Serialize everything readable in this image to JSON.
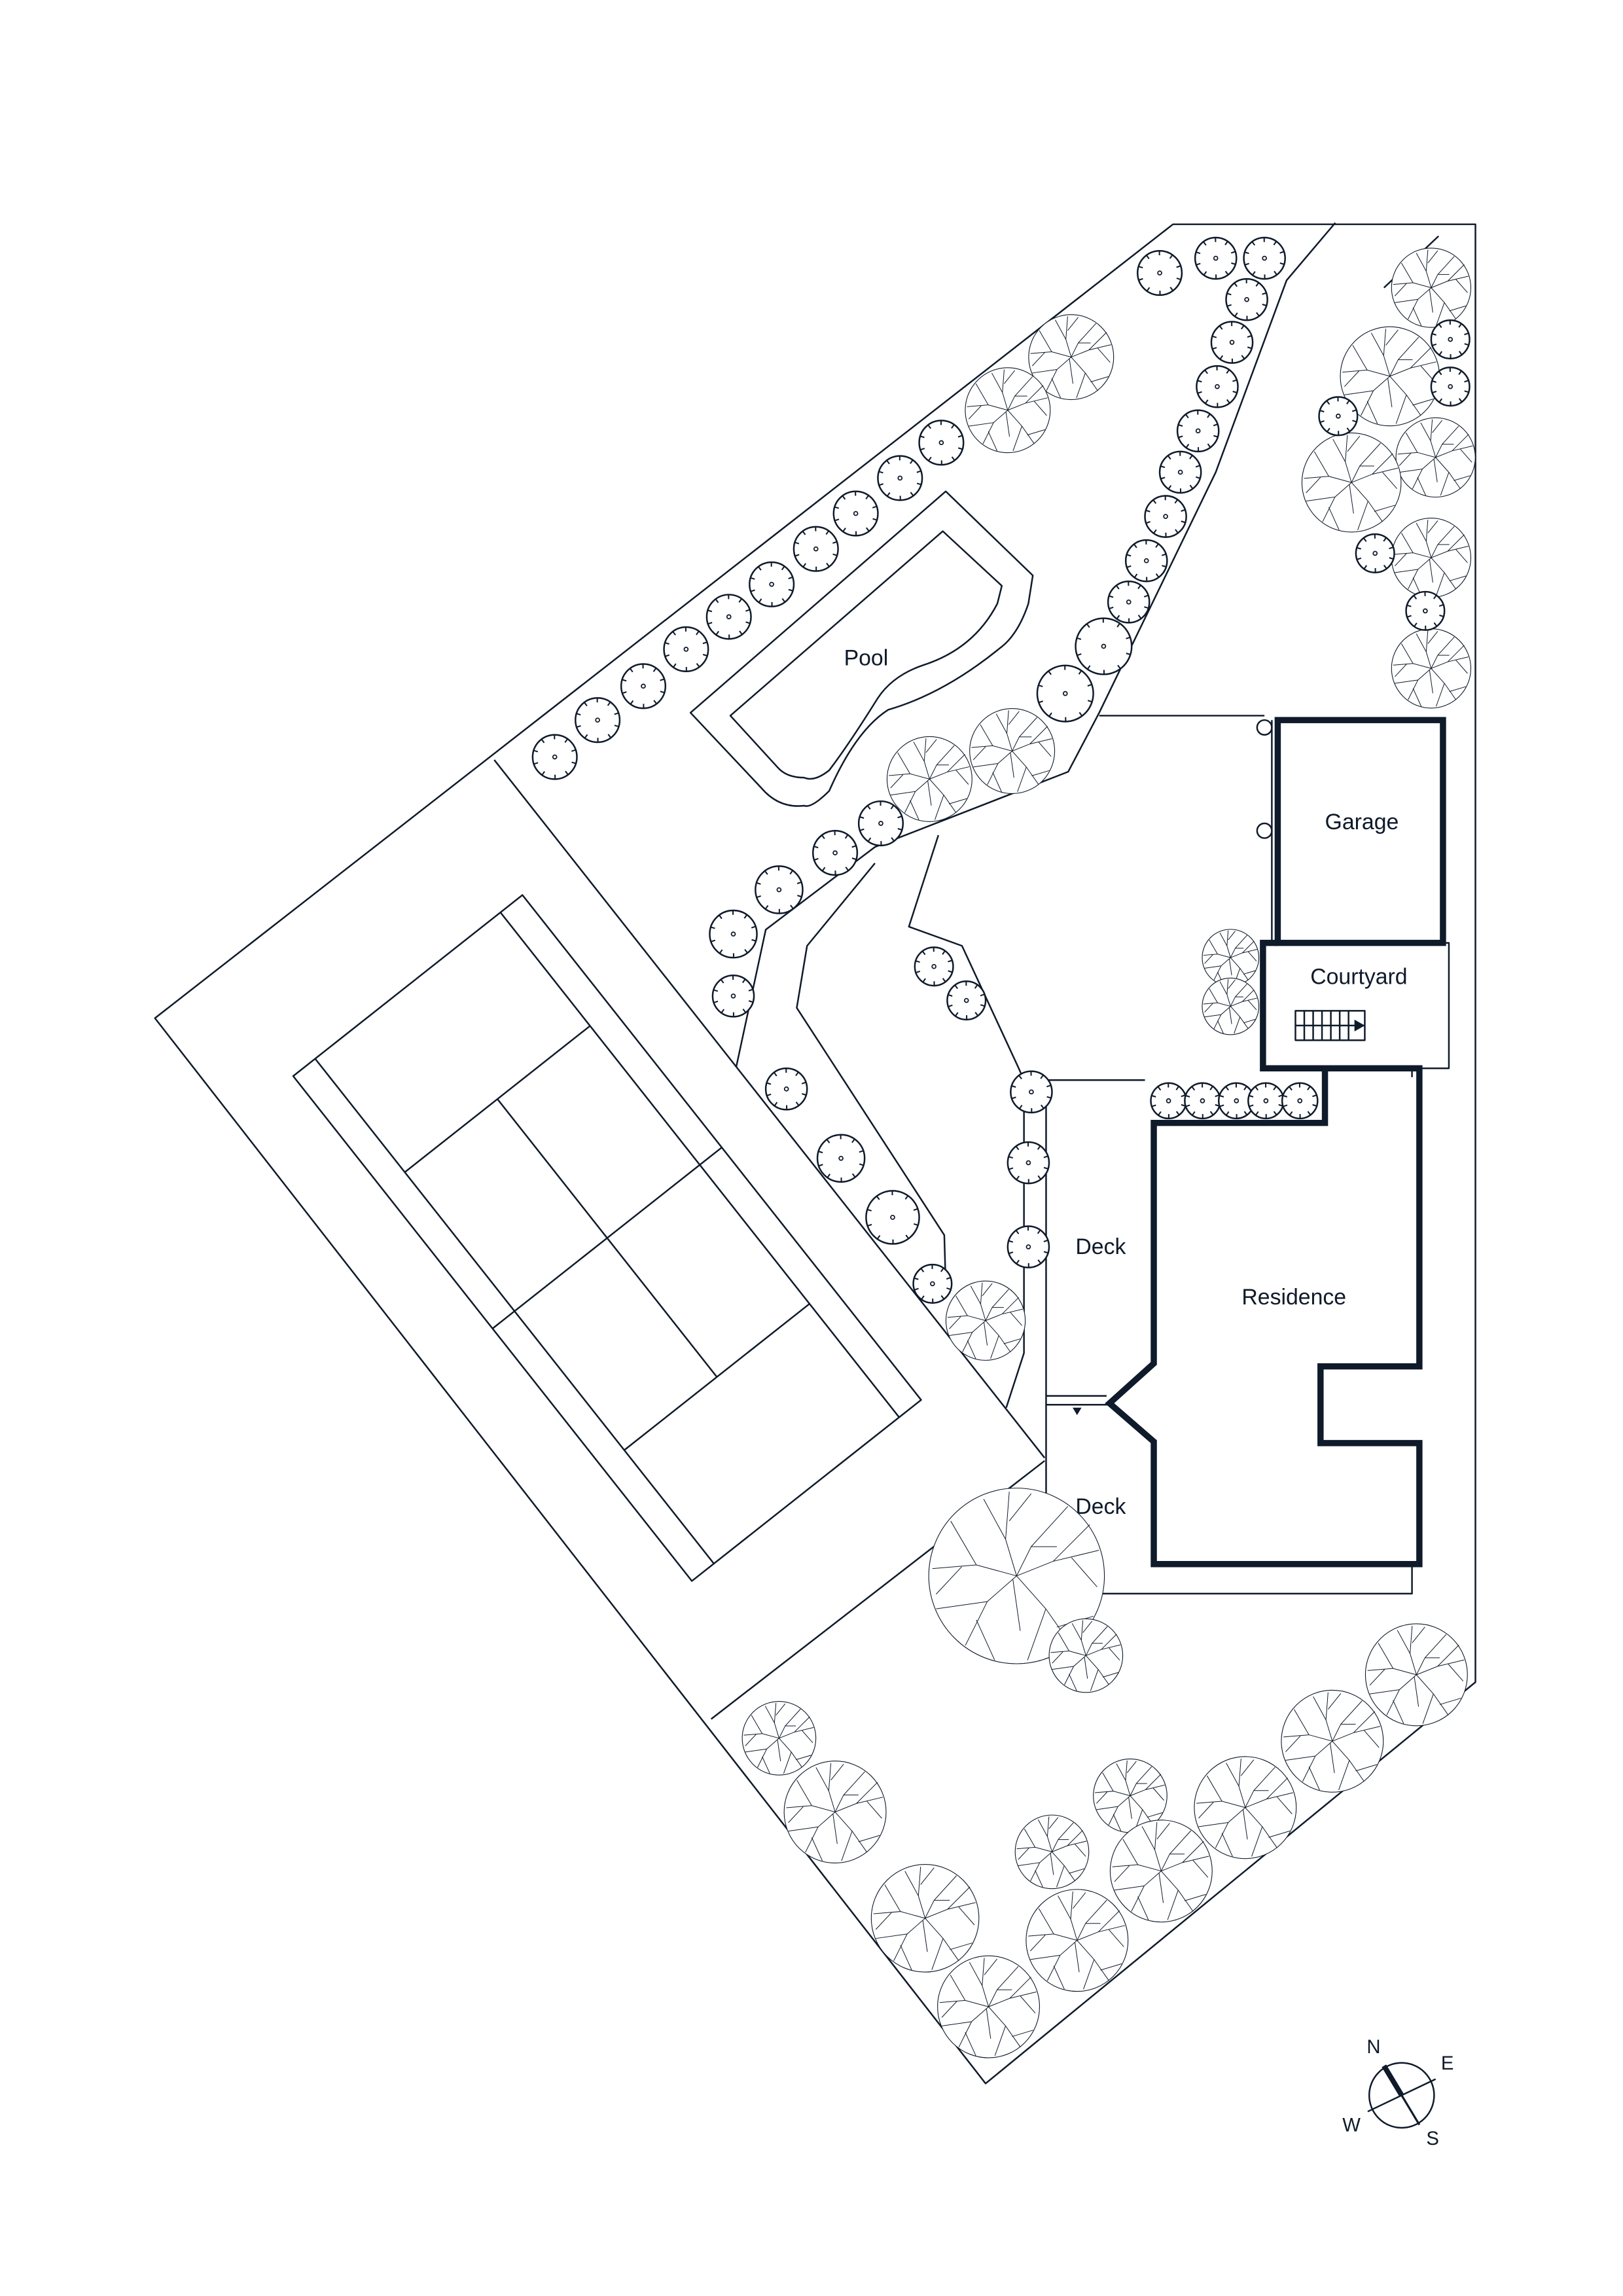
{
  "labels": {
    "pool": "Pool",
    "garage": "Garage",
    "courtyard": "Courtyard",
    "deck_upper": "Deck",
    "residence": "Residence",
    "deck_lower": "Deck"
  },
  "compass": {
    "north": "N",
    "east": "E",
    "south": "S",
    "west": "W"
  },
  "colors": {
    "line": "#0f1a2a",
    "background": "#ffffff"
  }
}
